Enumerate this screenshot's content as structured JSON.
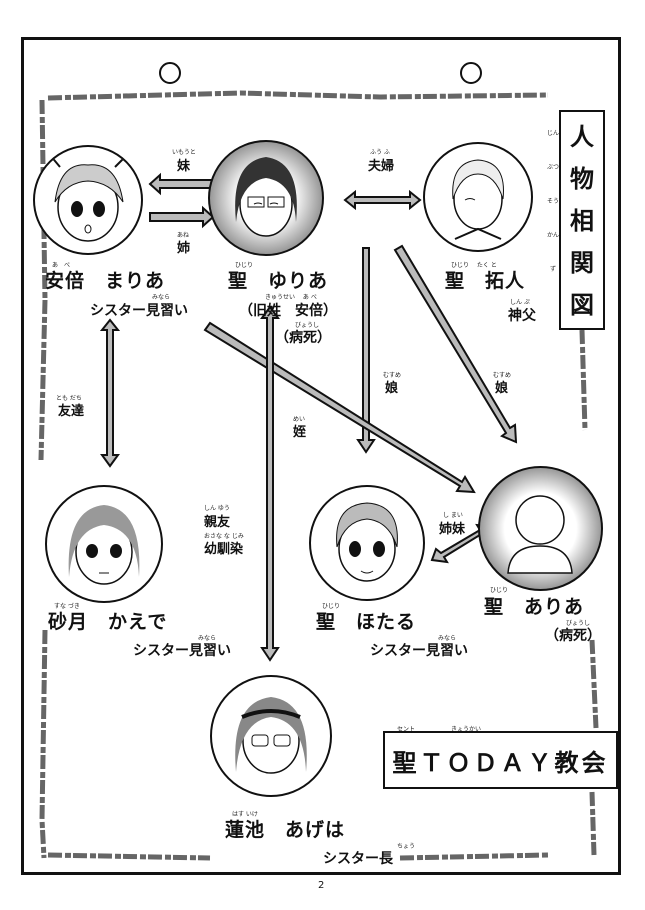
{
  "title": {
    "chars": [
      "人",
      "物",
      "相",
      "関",
      "図"
    ],
    "ruby": [
      "じん",
      "ぶつ",
      "そう",
      "かん",
      "ず"
    ]
  },
  "church": {
    "name": "聖ＴＯＤＡＹ教会",
    "ruby": "セント　　　　　　きょうかい"
  },
  "characters": {
    "maria": {
      "name": "安倍　まりあ",
      "ruby": "あ　べ",
      "role": "シスター見習い",
      "role_ruby": "みなら"
    },
    "yuria": {
      "name": "聖　ゆりあ",
      "ruby": "ひじり",
      "note1": "（旧姓　安倍）",
      "note1_ruby": "きゅうせい　 あ べ",
      "note2": "（病死）",
      "note2_ruby": "びょうし"
    },
    "takuto": {
      "name": "聖　拓人",
      "ruby": "ひじり　 たく と",
      "role": "神父",
      "role_ruby": "しん ぷ"
    },
    "kaede": {
      "name": "砂月　かえで",
      "ruby": "すな づき",
      "role": "シスター見習い",
      "role_ruby": "みなら"
    },
    "hotaru": {
      "name": "聖　ほたる",
      "ruby": "ひじり",
      "role": "シスター見習い",
      "role_ruby": "みなら"
    },
    "aria": {
      "name": "聖　ありあ",
      "ruby": "ひじり",
      "note": "（病死）",
      "note_ruby": "びょうし"
    },
    "ageha": {
      "name": "蓮池　あげは",
      "ruby": "はす いけ",
      "role": "シスター長",
      "role_ruby": "ちょう"
    }
  },
  "relations": {
    "imouto": {
      "label": "妹",
      "ruby": "いもうと"
    },
    "ane": {
      "label": "姉",
      "ruby": "あね"
    },
    "fuufu": {
      "label": "夫婦",
      "ruby": "ふう ふ"
    },
    "musume1": {
      "label": "娘",
      "ruby": "むすめ"
    },
    "musume2": {
      "label": "娘",
      "ruby": "むすめ"
    },
    "mei": {
      "label": "姪",
      "ruby": "めい"
    },
    "tomodachi": {
      "label": "友達",
      "ruby": "とも だち"
    },
    "shinyuu": {
      "label": "親友",
      "ruby": "しん ゆう"
    },
    "osananajimi": {
      "label": "幼馴染",
      "ruby": "おさな な じみ"
    },
    "shimai": {
      "label": "姉妹",
      "ruby": "し まい"
    }
  },
  "page_number": "2"
}
